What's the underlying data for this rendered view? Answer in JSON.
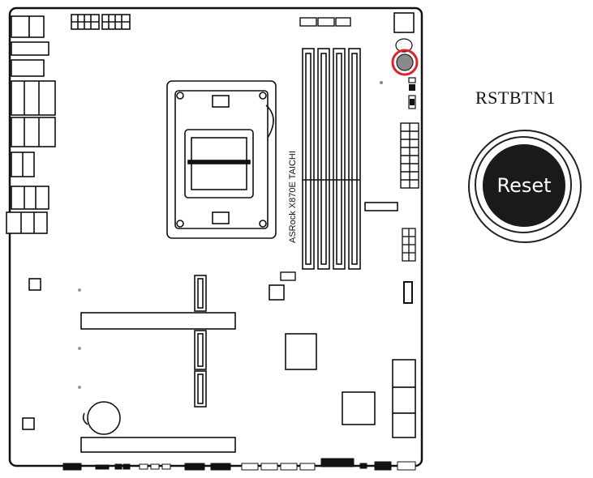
{
  "callout": {
    "label": "RSTBTN1",
    "button_text": "Reset",
    "highlight_color": "#d9262c"
  },
  "board": {
    "silkscreen_text": "ASRock X870E TAICHI"
  }
}
